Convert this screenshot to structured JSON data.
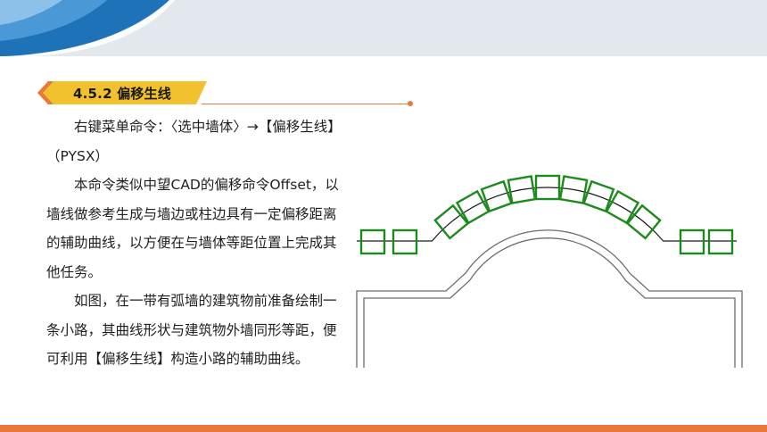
{
  "section": {
    "title": "4.5.2 偏移生线"
  },
  "paragraphs": [
    "右键菜单命令：〈选中墙体〉→【偏移生线】（PYSX）",
    "本命令类似中望CAD的偏移命令Offset，以墙线做参考生成与墙边或柱边具有一定偏移距离的辅助曲线，以方便在与墙体等距位置上完成其他任务。",
    "如图，在一带有弧墙的建筑物前准备绘制一条小路，其曲线形状与建筑物外墙同形等距，便可利用【偏移生线】构造小路的辅助曲线。"
  ],
  "colors": {
    "accent": "#e9793b",
    "tab_fill": "#f2c12e",
    "header_blue": "#1e73b8",
    "header_band": "#e3e7ee",
    "box_green": "#1d8a1d"
  },
  "figure": {
    "description_icons": [
      "offset-curve-diagram-icon"
    ]
  }
}
